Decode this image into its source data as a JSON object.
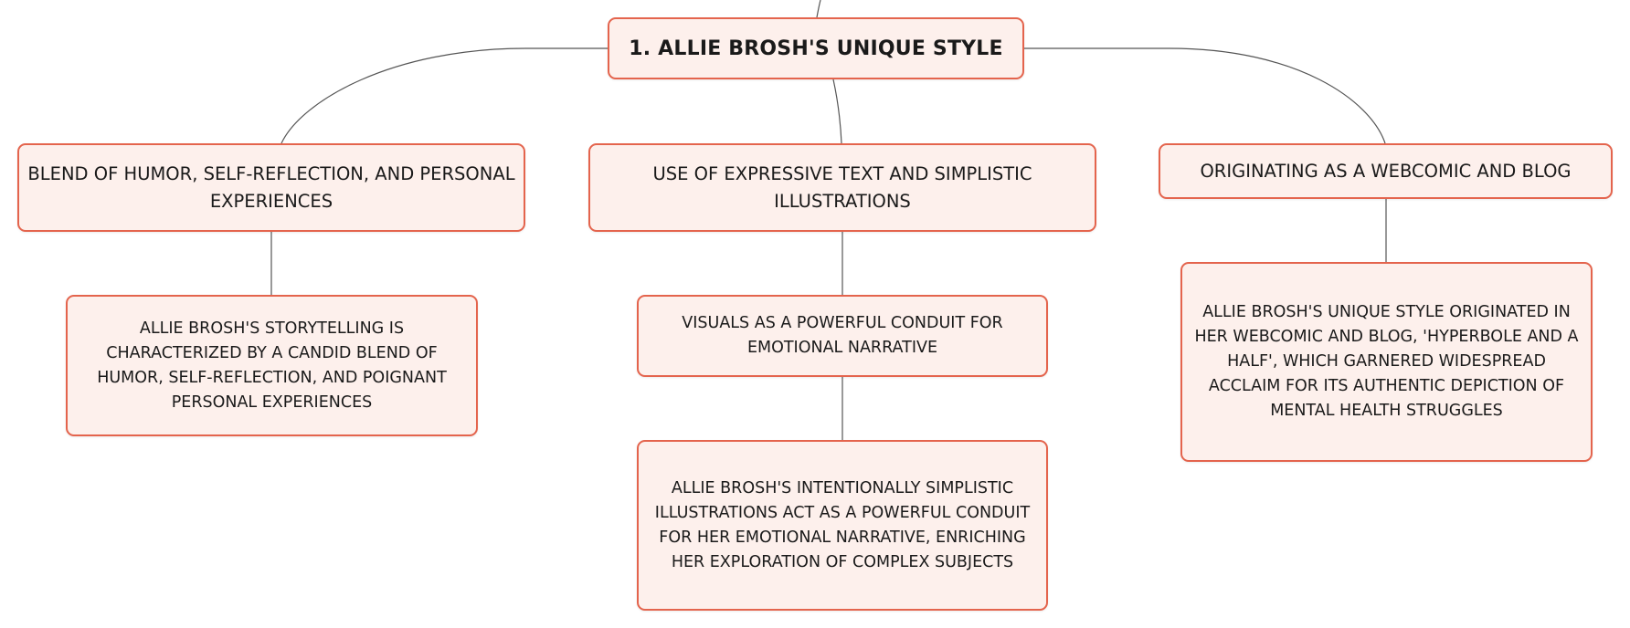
{
  "root": {
    "label": "1. Allie Brosh's Unique Style"
  },
  "branches": [
    {
      "label": "Blend of Humor, Self-Reflection, and Personal Experiences",
      "children": [
        "Allie Brosh's storytelling is characterized by a candid blend of humor, self-reflection, and poignant personal experiences"
      ]
    },
    {
      "label": "Use of Expressive Text and Simplistic Illustrations",
      "children": [
        "Visuals as a Powerful Conduit for Emotional Narrative",
        "Allie Brosh's intentionally simplistic illustrations act as a powerful conduit for her emotional narrative, enriching her exploration of complex subjects"
      ]
    },
    {
      "label": "Originating as a Webcomic and Blog",
      "children": [
        "Allie Brosh's unique style originated in her webcomic and blog, 'Hyperbole and a Half', which garnered widespread acclaim for its authentic depiction of mental health struggles"
      ]
    }
  ],
  "colors": {
    "node_border": "#e4644d",
    "node_fill": "#fdf0ec",
    "connector": "#555555",
    "text": "#1a1a1a"
  }
}
